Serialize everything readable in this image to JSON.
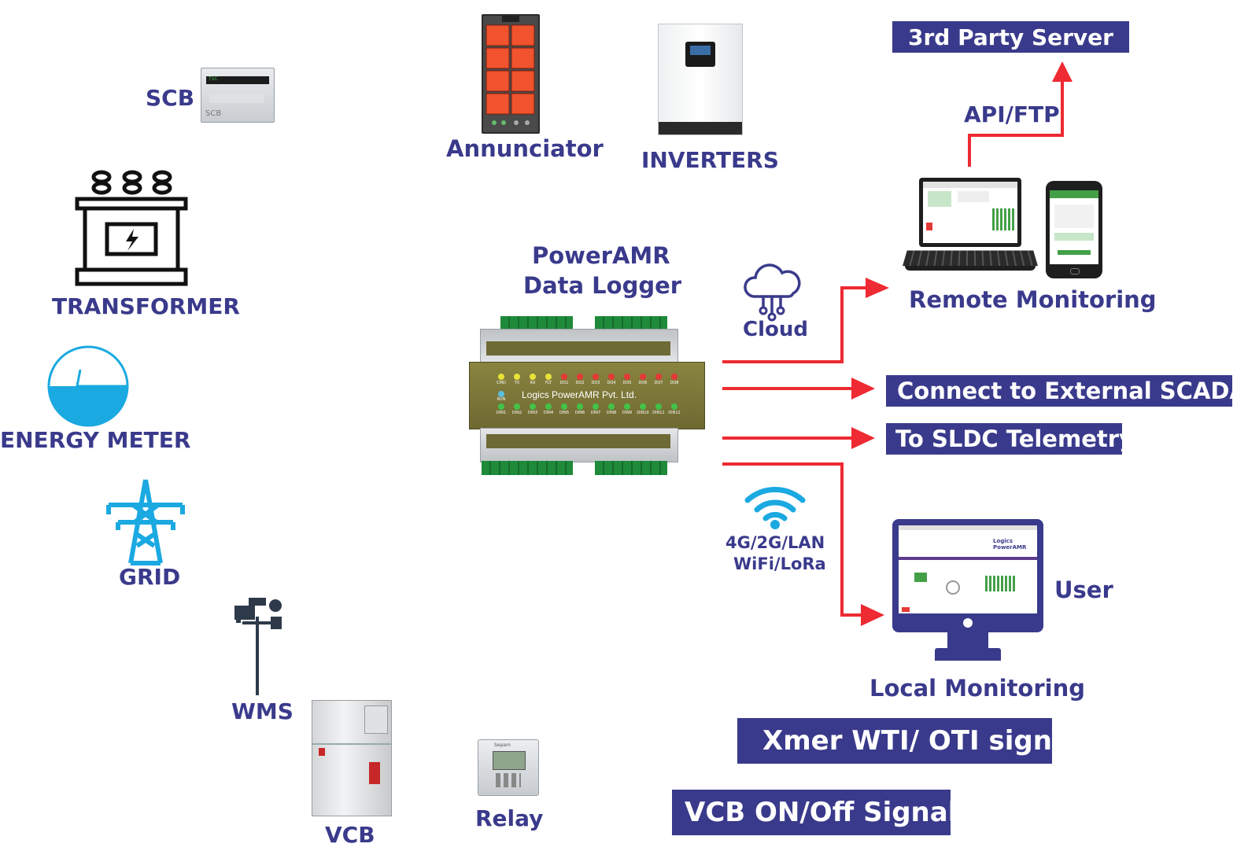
{
  "left": {
    "scb": {
      "label": "SCB",
      "device_text": "SCB",
      "brand_text": "TSC"
    },
    "transformer": {
      "label": "TRANSFORMER"
    },
    "energy_meter": {
      "label": "ENERGY METER"
    },
    "grid": {
      "label": "GRID"
    },
    "wms": {
      "label": "WMS"
    },
    "vcb": {
      "label": "VCB"
    },
    "relay": {
      "label": "Relay",
      "device_text": "Sepam"
    }
  },
  "top": {
    "annunciator": {
      "label": "Annunciator"
    },
    "inverters": {
      "label": "INVERTERS"
    }
  },
  "center": {
    "title_line1": "PowerAMR",
    "title_line2": "Data Logger",
    "device_text": "Logics PowerAMR Pvt. Ltd.",
    "leds_top": [
      "CMD",
      "TX",
      "RX",
      "FLT",
      "DO1",
      "DO2",
      "DO3",
      "DO4",
      "DO5",
      "DO6",
      "DO7",
      "DO8"
    ],
    "led_run": "RUN",
    "leds_bottom": [
      "DIN1",
      "DIN2",
      "DIN3",
      "DIN4",
      "DIN5",
      "DIN6",
      "DIN7",
      "DIN8",
      "DIN9",
      "DIN10",
      "DIN11",
      "DIN12"
    ]
  },
  "comms": {
    "cloud": "Cloud",
    "wireless_line1": "4G/2G/LAN",
    "wireless_line2": "WiFi/LoRa"
  },
  "right": {
    "third_party": "3rd Party Server",
    "api": "API/FTP",
    "remote": "Remote Monitoring",
    "scada": "Connect to External SCADA",
    "sldc": "To SLDC Telemetry",
    "user": "User",
    "local": "Local Monitoring",
    "monitor_brand": "Logics PowerAMR"
  },
  "bottom": {
    "xmer": "Xmer WTI/ OTI signal",
    "vcb_signal": "VCB ON/Off Signal"
  },
  "colors": {
    "navy": "#3a3a8c",
    "arrow": "#ee2a32",
    "cyan": "#1ba9e1",
    "module": "#7a7436"
  }
}
